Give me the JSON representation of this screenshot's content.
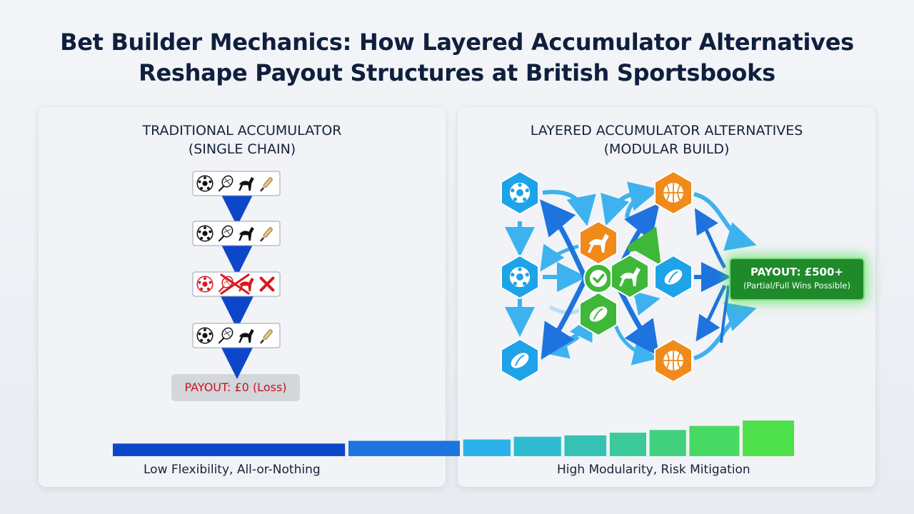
{
  "title": {
    "line1": "Bet Builder Mechanics: How Layered Accumulator Alternatives",
    "line2": "Reshape Payout Structures at British Sportsbooks"
  },
  "left_panel": {
    "heading_line1": "TRADITIONAL ACCUMULATOR",
    "heading_line2": "(SINGLE CHAIN)",
    "legs": [
      {
        "icons": [
          "football-icon",
          "tennis-icon",
          "horse-racing-icon",
          "cricket-icon"
        ],
        "status": "won"
      },
      {
        "icons": [
          "football-icon",
          "tennis-icon",
          "horse-racing-icon",
          "cricket-icon"
        ],
        "status": "won"
      },
      {
        "icons": [
          "football-icon",
          "tennis-icon",
          "horse-racing-icon",
          "cross-icon"
        ],
        "status": "lost"
      },
      {
        "icons": [
          "football-icon",
          "tennis-icon",
          "horse-racing-icon",
          "cricket-icon"
        ],
        "status": "won"
      }
    ],
    "payout": "PAYOUT: £0 (Loss)"
  },
  "right_panel": {
    "heading_line1": "LAYERED ACCUMULATOR ALTERNATIVES",
    "heading_line2": "(MODULAR BUILD)",
    "nodes": [
      {
        "id": "n1",
        "icon": "football-icon",
        "color": "blue"
      },
      {
        "id": "n2",
        "icon": "football-icon",
        "color": "blue"
      },
      {
        "id": "n3",
        "icon": "rugby-ball-icon",
        "color": "blue"
      },
      {
        "id": "n4",
        "icon": "horse-racing-icon",
        "color": "orange"
      },
      {
        "id": "n5",
        "icon": "check-icon",
        "color": "green"
      },
      {
        "id": "n6",
        "icon": "horse-racing-icon",
        "color": "green"
      },
      {
        "id": "n7",
        "icon": "rugby-ball-icon",
        "color": "green"
      },
      {
        "id": "n8",
        "icon": "basketball-icon",
        "color": "orange"
      },
      {
        "id": "n9",
        "icon": "rugby-ball-icon",
        "color": "blue"
      },
      {
        "id": "n10",
        "icon": "basketball-icon",
        "color": "orange"
      }
    ],
    "payout_main": "PAYOUT: £500+",
    "payout_sub": "(Partial/Full Wins Possible)"
  },
  "flexibility_scale": {
    "left_label": "Low Flexibility, All-or-Nothing",
    "right_label": "High Modularity, Risk Mitigation",
    "segment_levels": [
      0.15,
      0.25,
      0.3,
      0.4,
      0.45,
      0.55,
      0.65,
      0.8,
      1.0
    ],
    "start_color": "#0d47c9",
    "end_color": "#4ee04a"
  },
  "colors": {
    "blue_node": "#1ea3e8",
    "orange_node": "#f08a1a",
    "green_node": "#3fb83a",
    "arrow_dark": "#0d47c9",
    "arrow_light": "#3db2ef",
    "loss_red": "#c8141c"
  }
}
